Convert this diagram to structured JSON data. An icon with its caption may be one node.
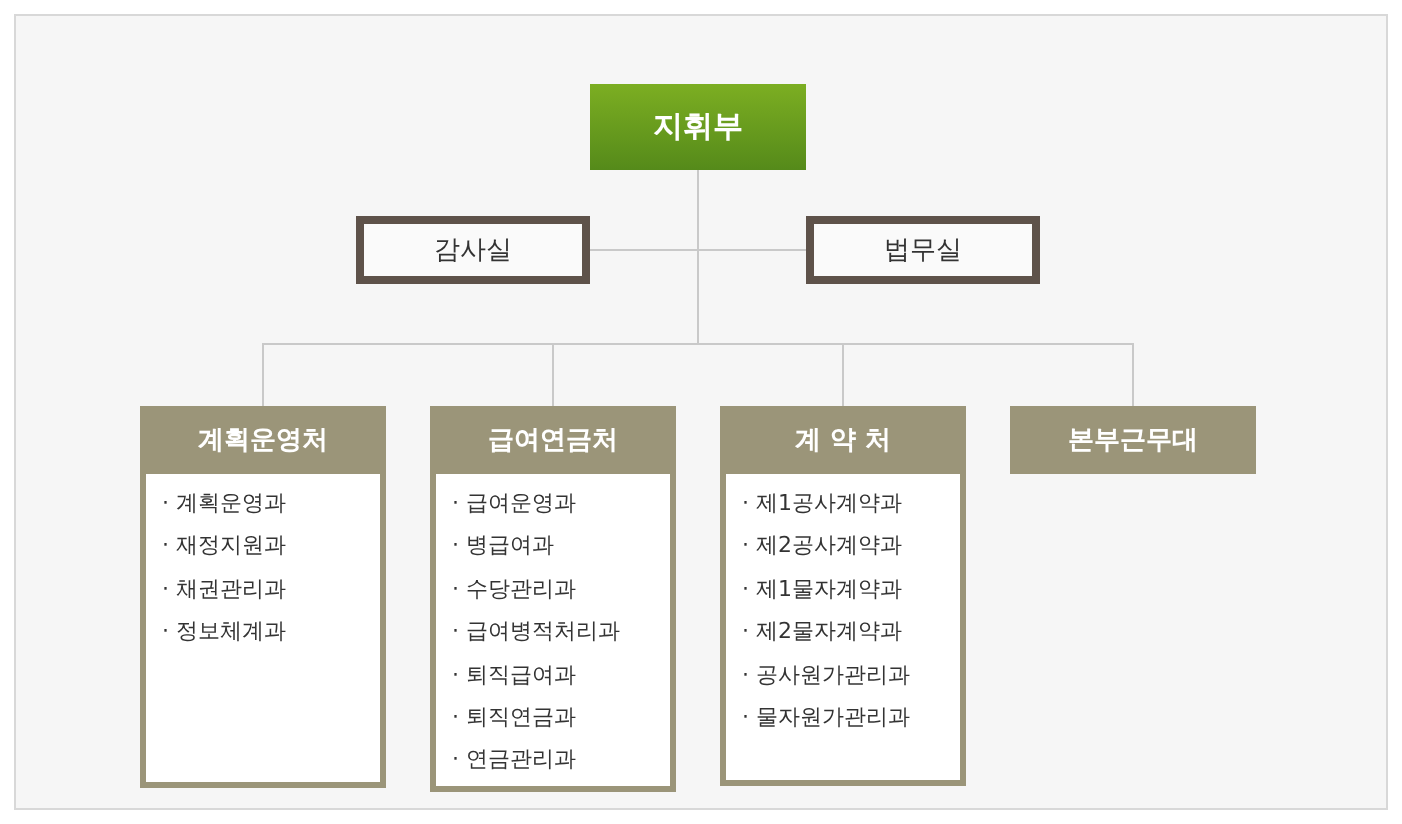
{
  "diagram": {
    "nodes": [
      {
        "text": [
          "지휘부"
        ]
      },
      {
        "text": [
          "감사실"
        ]
      },
      {
        "text": [
          "법무실"
        ]
      },
      {
        "text": [
          "계획운영처",
          "· 계획운영과",
          "· 재정지원과",
          "· 채권관리과",
          "· 정보체계과"
        ]
      },
      {
        "text": [
          "급여연금처",
          "· 급여운영과",
          "· 병급여과",
          "· 수당관리과",
          "· 급여병적처리과",
          "· 퇴직급여과",
          "· 퇴직연금과",
          "· 연금관리과"
        ]
      },
      {
        "text": [
          "계 약 처",
          "· 제1공사계약과",
          "· 제2공사계약과",
          "· 제1물자계약과",
          "· 제2물자계약과",
          "· 공사원가관리과",
          "· 물자원가관리과"
        ]
      },
      {
        "text": [
          "본부근무대"
        ]
      }
    ],
    "edges": [
      {
        "from": 0,
        "to": 1,
        "arrow": "none"
      },
      {
        "from": 0,
        "to": 2,
        "arrow": "none"
      },
      {
        "from": 0,
        "to": 3,
        "arrow": "none"
      },
      {
        "from": 0,
        "to": 4,
        "arrow": "none"
      },
      {
        "from": 0,
        "to": 5,
        "arrow": "none"
      },
      {
        "from": 0,
        "to": 6,
        "arrow": "none"
      }
    ]
  }
}
